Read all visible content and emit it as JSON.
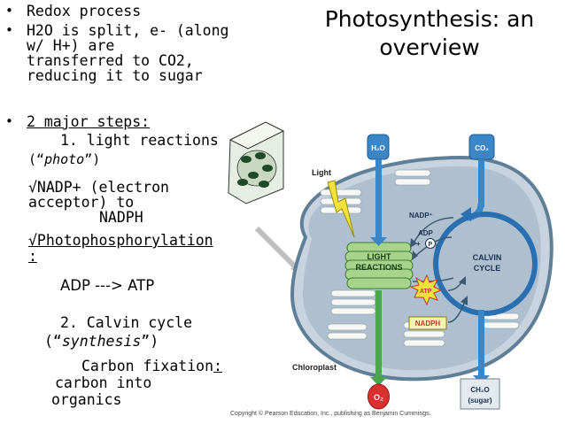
{
  "title": {
    "line1": "Photosynthesis: an",
    "line2": "overview"
  },
  "bullets": [
    {
      "symbol": "•",
      "lines": [
        "Redox process"
      ]
    },
    {
      "symbol": "•",
      "lines": [
        "H2O is split, e- (along",
        "w/ H+) are",
        "transferred to CO2,",
        "reducing it to sugar"
      ]
    },
    {
      "symbol": "•",
      "lines": [
        "2 major steps:"
      ]
    }
  ],
  "steps": {
    "step1": "1. light reactions",
    "photo_open": "(“",
    "photo_word": "photo",
    "photo_close": "”)",
    "nadp_line1": "√NADP+ (electron",
    "nadp_line2": "acceptor) to",
    "nadph": "NADPH",
    "photophos": "√Photophosphorylation",
    "photophos_colon": ":",
    "adp_atp": "ADP ---> ATP",
    "step2": "2. Calvin cycle",
    "synth_open": "(“",
    "synth_word": "synthesis",
    "synth_close": "”)",
    "fixation": "Carbon fixation",
    "fixation_colon": ":",
    "carbon_into": "carbon into",
    "organics": "organics"
  },
  "diagram": {
    "h2o": "H₂O",
    "co2": "CO₂",
    "light": "Light",
    "nadp": "NADP⁺",
    "adp": "ADP",
    "pi_plus": "+",
    "pi": "P",
    "pi_sub": "i",
    "light_reactions_1": "LIGHT",
    "light_reactions_2": "REACTIONS",
    "calvin_1": "CALVIN",
    "calvin_2": "CYCLE",
    "atp": "ATP",
    "nadph": "NADPH",
    "chloroplast": "Chloroplast",
    "o2": "O₂",
    "ch2o_1": "CH₂O",
    "ch2o_2": "(sugar)",
    "colors": {
      "blue": "#2e7fc0",
      "green": "#44a04a",
      "red": "#d9312f",
      "yellow": "#f0e23a",
      "stroma": "#a8b8c8"
    }
  },
  "copyright": "Copyright © Pearson Education, Inc., publishing as Benjamin Cummings."
}
